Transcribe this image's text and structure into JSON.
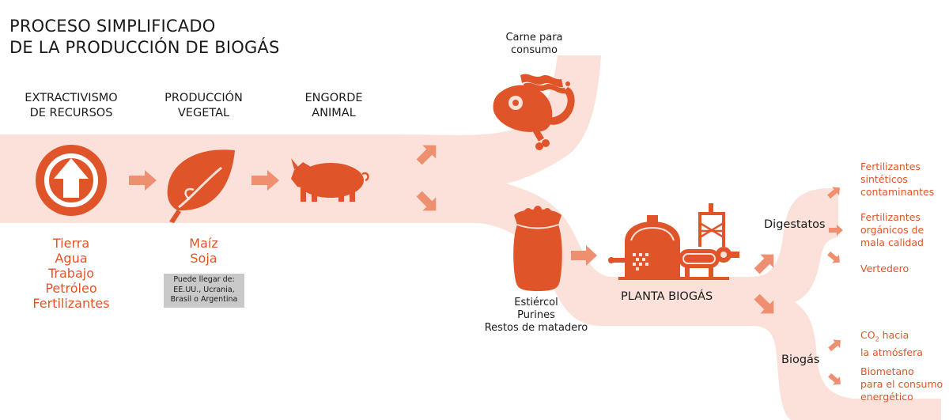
{
  "title": {
    "line1": "PROCESO SIMPLIFICADO",
    "line2": "DE LA PRODUCCIÓN DE BIOGÁS"
  },
  "stages": [
    {
      "line1": "EXTRACTIVISMO",
      "line2": "DE RECURSOS"
    },
    {
      "line1": "PRODUCCIÓN",
      "line2": "VEGETAL"
    },
    {
      "line1": "ENGORDE",
      "line2": "ANIMAL"
    }
  ],
  "resources": [
    "Tierra",
    "Agua",
    "Trabajo",
    "Petróleo",
    "Fertilizantes"
  ],
  "crops": [
    "Maíz",
    "Soja"
  ],
  "origin_note": {
    "line1": "Puede llegar de:",
    "line2": "EE.UU., Ucrania,",
    "line3": "Brasil o Argentina"
  },
  "meat": {
    "line1": "Carne para",
    "line2": "consumo"
  },
  "waste": [
    "Estiércol",
    "Purines",
    "Restos de matadero"
  ],
  "plant": "PLANTA BIOGÁS",
  "digestates": {
    "label": "Digestatos",
    "outputs": [
      {
        "lines": [
          "Fertilizantes",
          "sintéticos",
          "contaminantes"
        ]
      },
      {
        "lines": [
          "Fertilizantes",
          "orgánicos de",
          "mala calidad"
        ]
      },
      {
        "lines": [
          "Vertedero"
        ]
      }
    ]
  },
  "biogas": {
    "label": "Biogás",
    "co2": {
      "prefix": "CO",
      "sub": "2",
      "suffix": " hacia",
      "line2": "la atmósfera"
    },
    "biomethane": {
      "lines": [
        "Biometano",
        "para el consumo",
        "energético"
      ]
    }
  },
  "colors": {
    "accent": "#e0542a",
    "flow": "#fbe1da",
    "arrow": "#ee8f6f",
    "note_bg": "#c9c9c9",
    "text": "#1a1a1a"
  },
  "icons": [
    "up-arrow-circle-icon",
    "leaf-icon",
    "pig-icon",
    "ham-icon",
    "bacon-icon",
    "sausage-icon",
    "sack-icon",
    "biogas-plant-icon"
  ]
}
